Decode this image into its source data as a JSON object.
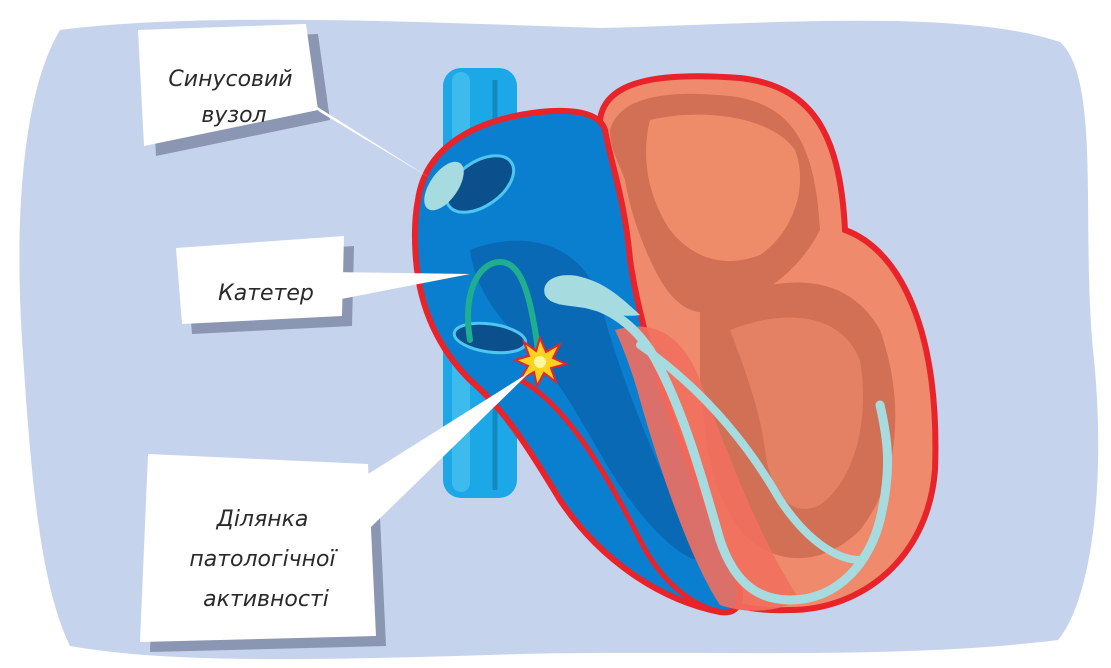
{
  "labels": {
    "sinus_node": [
      "Синусовий",
      "вузол"
    ],
    "catheter": [
      "Катетер"
    ],
    "pathologic_site": [
      "Ділянка",
      "патологічної",
      "активності"
    ]
  },
  "colors": {
    "background": "#c6d3ec",
    "outline_red": "#e8232a",
    "right_heart_blue": "#0a7fd0",
    "dark_blue": "#0a5fa8",
    "vena_cava": "#1ca8e6",
    "left_heart_orange": "#f08a6c",
    "left_heart_brown": "#d17055",
    "conduction_cyan": "#a6dbe0",
    "catheter_green": "#1fae8f",
    "spark_yellow": "#ffd21f"
  },
  "icons": {
    "spark": "burst-star"
  }
}
